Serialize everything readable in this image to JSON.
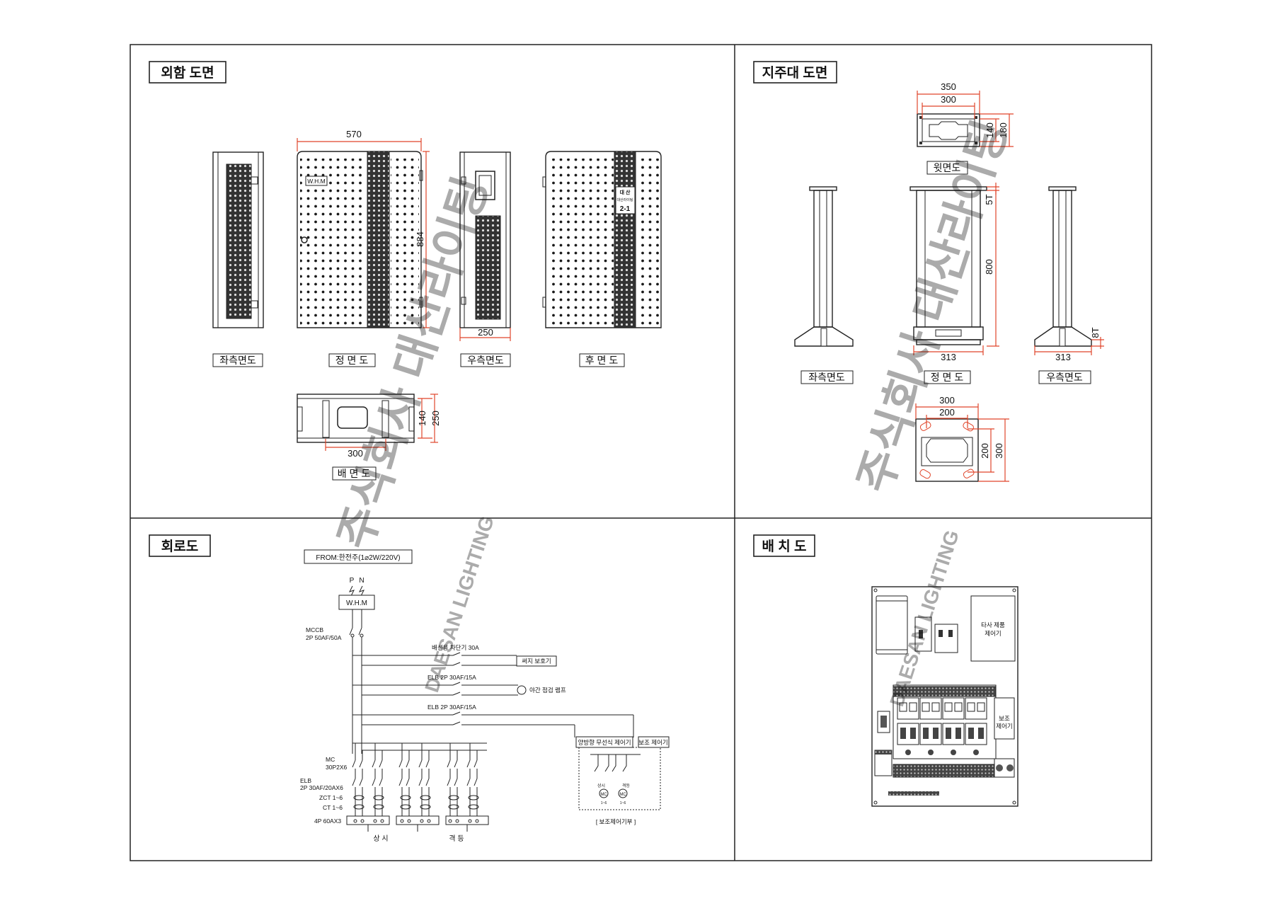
{
  "sections": {
    "enclosure": "외함 도면",
    "pole": "지주대 도면",
    "circuit": "회로도",
    "layout": "배 치 도"
  },
  "enclosure": {
    "views": {
      "left": "좌측면도",
      "front": "정 면 도",
      "right": "우측면도",
      "back": "후 면 도",
      "bottom": "배 면 도"
    },
    "dims": {
      "width": "570",
      "height": "884",
      "depth": "250",
      "bottom_width": "300",
      "bottom_inner": "140",
      "bottom_outer": "250"
    },
    "whm_label": "W.H.M",
    "nameplate": {
      "brand": "대  산",
      "sub": "대산라이팅",
      "code": "2-1"
    }
  },
  "pole": {
    "views": {
      "top": "윗면도",
      "left": "좌측면도",
      "front": "정 면 도",
      "right": "우측면도"
    },
    "dims": {
      "top_outer": "350",
      "top_inner": "300",
      "top_d1": "140",
      "top_d2": "180",
      "plate_top": "5T",
      "height": "800",
      "plate_bottom": "8T",
      "front_width": "313",
      "right_width": "313",
      "base_outer_w": "300",
      "base_inner_w": "200",
      "base_inner_h": "200",
      "base_outer_h": "300"
    }
  },
  "circuit": {
    "from": "FROM:한전주(1⌀2W/220V)",
    "p": "P",
    "n": "N",
    "whm": "W.H.M",
    "mccb_1": "MCCB",
    "mccb_2": "2P 50AF/50A",
    "branch1": "배선용 차단기 30A",
    "surge": "써지 보호기",
    "branch2": "ELB 2P 30AF/15A",
    "lamp": "야간 점검 램프",
    "branch3": "ELB 2P 30AF/15A",
    "wireless": "양방향 무선식 제어기",
    "aux_ctrl": "보조 제어기",
    "mc_1": "MC",
    "mc_2": "30P2X6",
    "elb_1": "ELB",
    "elb_2": "2P 30AF/20AX6",
    "zct": "ZCT 1~6",
    "ct": "CT 1~6",
    "terminal": "4P 60AX3",
    "sangsi": "상 시",
    "gyeokdeung": "격 등",
    "aux_section": "[ 보조제어기부 ]",
    "mc_a": "MC",
    "mc_b": "MC",
    "mc_a_tag": "상시",
    "mc_b_tag": "격등",
    "mc_a_sub": "1~6",
    "mc_b_sub": "1~6"
  },
  "layout": {
    "other_product_1": "타사 제품",
    "other_product_2": "제어기",
    "aux_1": "보조",
    "aux_2": "제어기"
  },
  "watermark": {
    "korean": "주식회사 대산라이팅",
    "english": "DAESAN LIGHTING"
  },
  "colors": {
    "dimension_line": "#e0452a",
    "line": "#222222",
    "watermark": "#bfbfbf"
  }
}
